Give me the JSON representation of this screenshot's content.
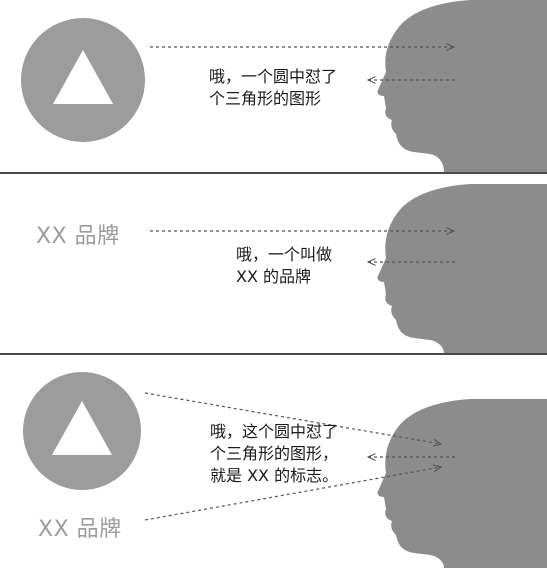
{
  "colors": {
    "shape_gray": "#9c9c9c",
    "head_gray": "#8c8c8c",
    "arrow_gray": "#555555",
    "divider": "#4a4a4a"
  },
  "icons": {
    "logo_shape": "circle-with-white-triangle-icon",
    "viewer": "human-head-profile-icon"
  },
  "panels": [
    {
      "brand_text": "",
      "thought_lines": [
        "哦，一个圆中怼了",
        "个三角形的图形"
      ]
    },
    {
      "brand_text": "XX 品牌",
      "thought_lines": [
        "哦，一个叫做",
        "XX 的品牌"
      ]
    },
    {
      "brand_text": "XX 品牌",
      "thought_lines": [
        "哦，这个圆中怼了",
        "个三角形的图形，",
        "就是 XX 的标志。"
      ]
    }
  ]
}
